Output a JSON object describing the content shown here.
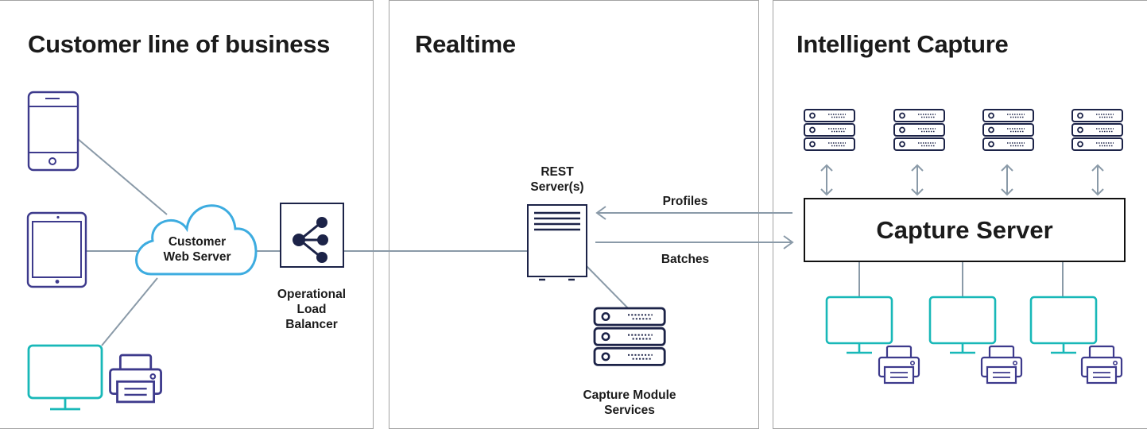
{
  "panels": {
    "customer": {
      "title": "Customer line of business"
    },
    "realtime": {
      "title": "Realtime"
    },
    "intelligent": {
      "title": "Intelligent Capture"
    }
  },
  "nodes": {
    "web_server": {
      "line1": "Customer",
      "line2": "Web Server"
    },
    "load_balancer": {
      "line1": "Operational",
      "line2": "Load",
      "line3": "Balancer"
    },
    "rest_server": {
      "line1": "REST",
      "line2": "Server(s)"
    },
    "capture_module": {
      "line1": "Capture Module",
      "line2": "Services"
    },
    "capture_server": {
      "label": "Capture Server"
    }
  },
  "edges": {
    "profiles": "Profiles",
    "batches": "Batches"
  },
  "icons": {
    "client_devices": [
      "smartphone-icon",
      "tablet-icon",
      "desktop-monitor-icon",
      "printer-icon"
    ],
    "cloud": "cloud-icon",
    "load_balancer": "share-network-icon",
    "rest_server": "server-tower-icon",
    "capture_module": "server-rack-icon",
    "capture_servers": [
      "server-rack-icon",
      "server-rack-icon",
      "server-rack-icon",
      "server-rack-icon"
    ],
    "workstations": [
      "desktop-monitor-icon",
      "desktop-monitor-icon",
      "desktop-monitor-icon"
    ],
    "printers": [
      "printer-icon",
      "printer-icon",
      "printer-icon"
    ]
  },
  "colors": {
    "device_purple": "#3d3a8c",
    "monitor_teal": "#18b8b8",
    "cloud_blue": "#3dace0",
    "dark_navy": "#1c2348",
    "connector_gray": "#8a9aa8",
    "panel_border": "#a3a3a3"
  }
}
